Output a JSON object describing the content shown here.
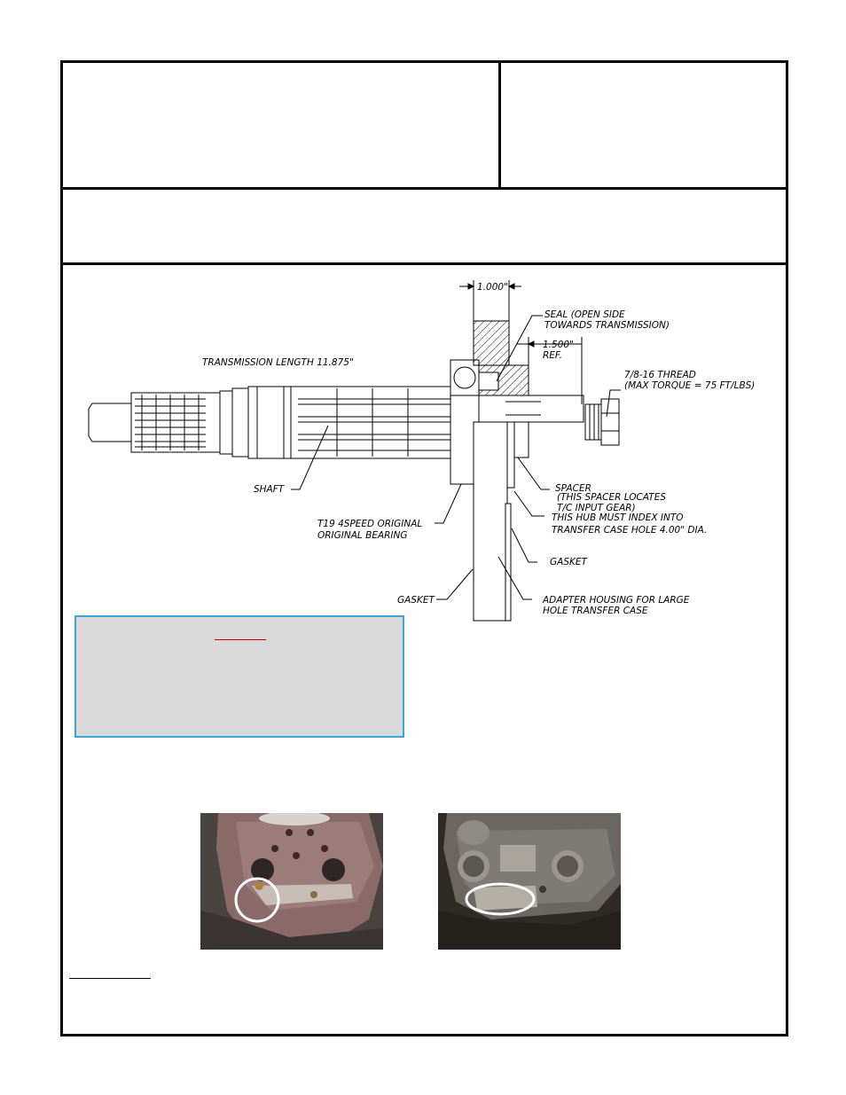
{
  "header": {
    "title": "",
    "part_number": "",
    "subtitle": ""
  },
  "diagram": {
    "labels": {
      "dim_1000": "1.000\"",
      "seal_line1": "SEAL  (OPEN  SIDE",
      "seal_line2": "TOWARDS  TRANSMISSION)",
      "dim_1500": "1.500\"",
      "dim_ref": "REF.",
      "transmission_length": "TRANSMISSION  LENGTH  11.875\"",
      "thread_line1": "7/8-16  THREAD",
      "thread_line2": "(MAX  TORQUE  =  75  FT/LBS)",
      "shaft": "SHAFT",
      "spacer_line1": "SPACER",
      "spacer_line2": "(THIS  SPACER  LOCATES",
      "spacer_line3": "T/C  INPUT  GEAR)",
      "hub_line1": "THIS  HUB  MUST  INDEX  INTO",
      "hub_line2": "TRANSFER  CASE  HOLE  4.00\"  DIA.",
      "bearing_line1": "T19  4SPEED  ORIGINAL",
      "bearing_line2": "ORIGINAL  BEARING",
      "gasket_right": "GASKET",
      "gasket_left": "GASKET",
      "adapter_line1": "ADAPTER  HOUSING  FOR  LARGE",
      "adapter_line2": "HOLE  TRANSFER  CASE"
    }
  },
  "note": {
    "heading": "",
    "text": ""
  },
  "photos": [
    {
      "caption": ""
    },
    {
      "caption": ""
    }
  ],
  "footer": {
    "heading": "",
    "text": ""
  },
  "colors": {
    "note_background": "#d9d9d9",
    "note_border": "#3aa7d6",
    "note_underline": "#c00000",
    "highlight_circle": "#ffffff"
  }
}
